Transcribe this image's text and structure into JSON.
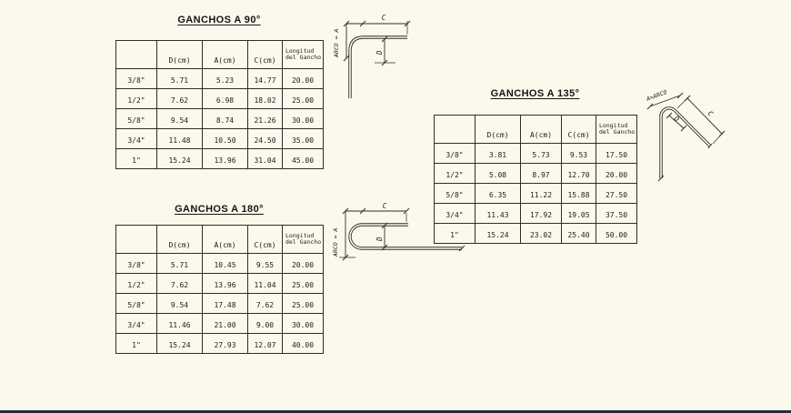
{
  "colors": {
    "background": "#FBF9EC",
    "line": "#2D2D2D",
    "text": "#1C1C1C",
    "bottom_rule": "#2A2A3E"
  },
  "tables": [
    {
      "title": "GANCHOS A 90°",
      "columns": [
        "",
        "D(cm)",
        "A(cm)",
        "C(cm)",
        "Longitud del Gancho"
      ],
      "rows": [
        {
          "label": "3/8\"",
          "values": [
            "5.71",
            "5.23",
            "14.77",
            "20.00"
          ]
        },
        {
          "label": "1/2\"",
          "values": [
            "7.62",
            "6.98",
            "18.02",
            "25.00"
          ]
        },
        {
          "label": "5/8\"",
          "values": [
            "9.54",
            "8.74",
            "21.26",
            "30.00"
          ]
        },
        {
          "label": "3/4\"",
          "values": [
            "11.48",
            "10.50",
            "24.50",
            "35.00"
          ]
        },
        {
          "label": "1\"",
          "values": [
            "15.24",
            "13.96",
            "31.04",
            "45.00"
          ]
        }
      ]
    },
    {
      "title": "GANCHOS A 135°",
      "columns": [
        "",
        "D(cm)",
        "A(cm)",
        "C(cm)",
        "Longitud del Gancho"
      ],
      "rows": [
        {
          "label": "3/8\"",
          "values": [
            "3.81",
            "5.73",
            "9.53",
            "17.50"
          ]
        },
        {
          "label": "1/2\"",
          "values": [
            "5.08",
            "8.97",
            "12.70",
            "20.00"
          ]
        },
        {
          "label": "5/8\"",
          "values": [
            "6.35",
            "11.22",
            "15.88",
            "27.50"
          ]
        },
        {
          "label": "3/4\"",
          "values": [
            "11.43",
            "17.92",
            "19.05",
            "37.50"
          ]
        },
        {
          "label": "1\"",
          "values": [
            "15.24",
            "23.02",
            "25.40",
            "50.00"
          ]
        }
      ]
    },
    {
      "title": "GANCHOS A 180°",
      "columns": [
        "",
        "D(cm)",
        "A(cm)",
        "C(cm)",
        "Longitud del Gancho"
      ],
      "rows": [
        {
          "label": "3/8\"",
          "values": [
            "5.71",
            "10.45",
            "9.55",
            "20.00"
          ]
        },
        {
          "label": "1/2\"",
          "values": [
            "7.62",
            "13.96",
            "11.04",
            "25.00"
          ]
        },
        {
          "label": "5/8\"",
          "values": [
            "9.54",
            "17.48",
            "7.62",
            "25.00"
          ]
        },
        {
          "label": "3/4\"",
          "values": [
            "11.46",
            "21.00",
            "9.00",
            "30.00"
          ]
        },
        {
          "label": "1\"",
          "values": [
            "15.24",
            "27.93",
            "12.07",
            "40.00"
          ]
        }
      ]
    }
  ],
  "diagrams": {
    "hook90": {
      "arc_label": "ARCO = A",
      "c_label": "C",
      "d_label": "D"
    },
    "hook135": {
      "arc_label": "A=ARCO",
      "c_label": "C",
      "d_label": "D"
    },
    "hook180": {
      "arc_label": "ARCO = A",
      "c_label": "C",
      "d_label": "D"
    }
  }
}
